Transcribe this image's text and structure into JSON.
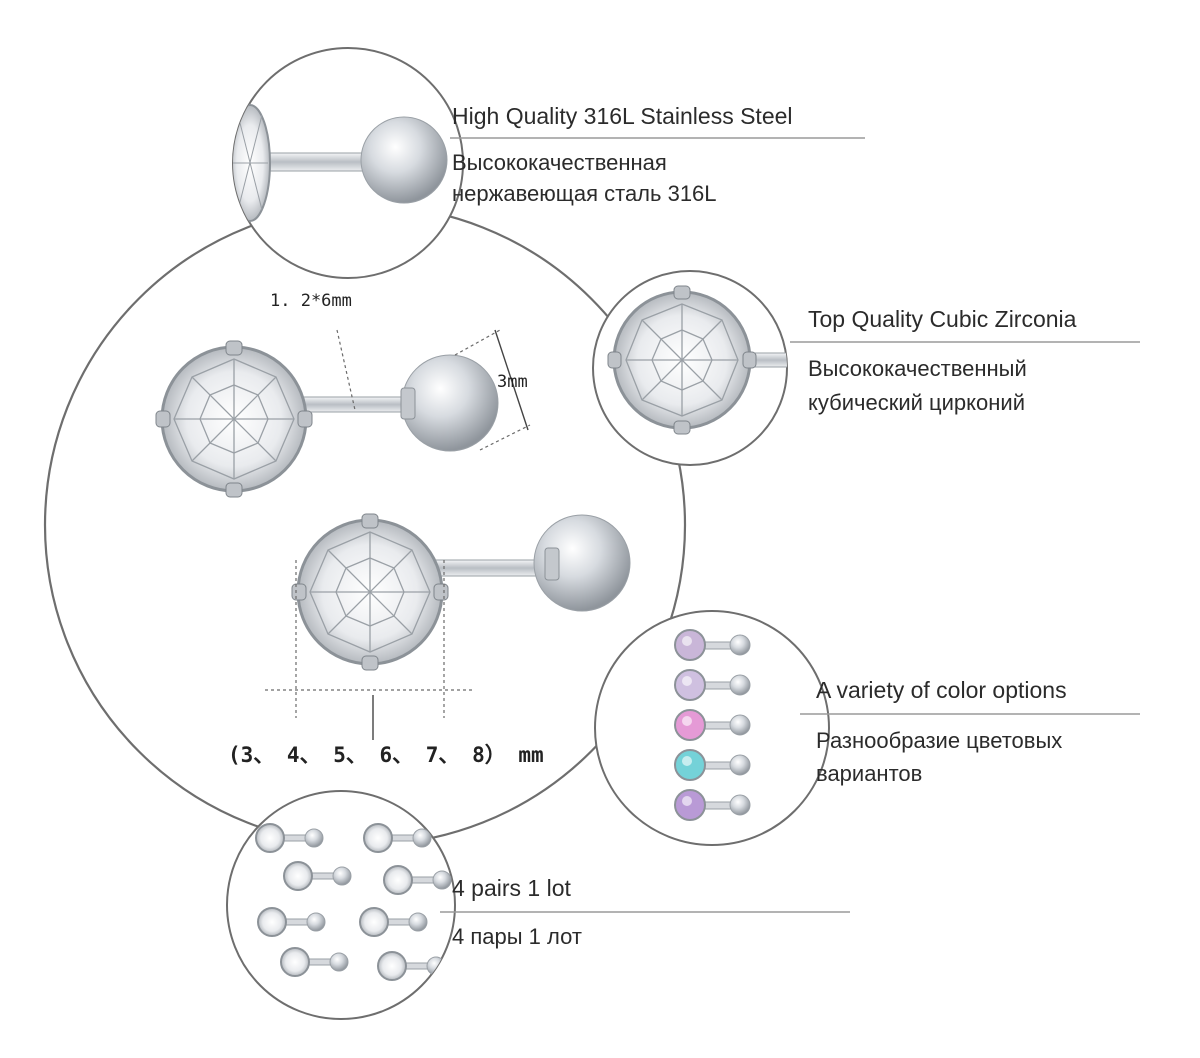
{
  "features": {
    "steel": {
      "en": "High Quality 316L Stainless Steel",
      "ru_line1": "Высококачественная",
      "ru_line2": "нержавеющая сталь 316L"
    },
    "zirconia": {
      "en": "Top Quality Cubic Zirconia",
      "ru_line1": "Высококачественный",
      "ru_line2": "кубический цирконий"
    },
    "colors": {
      "en": "A variety of color options",
      "ru_line1": "Разнообразие цветовых",
      "ru_line2": "вариантов",
      "swatches": [
        "#c9b6d8",
        "#cfc0e0",
        "#e59ad6",
        "#74d2d8",
        "#b99ad6"
      ]
    },
    "lot": {
      "en": "4 pairs 1 lot",
      "ru": "4 пары 1 лот"
    }
  },
  "dimensions": {
    "post": "1. 2*6mm",
    "ball": "3mm",
    "sizes": "(3、 4、 5、 6、 7、 8） mm"
  },
  "palette": {
    "metal": "#c8ccd1",
    "metal_dark": "#8c9298",
    "stone": "#eef0f2",
    "line": "#6e6e6e"
  }
}
